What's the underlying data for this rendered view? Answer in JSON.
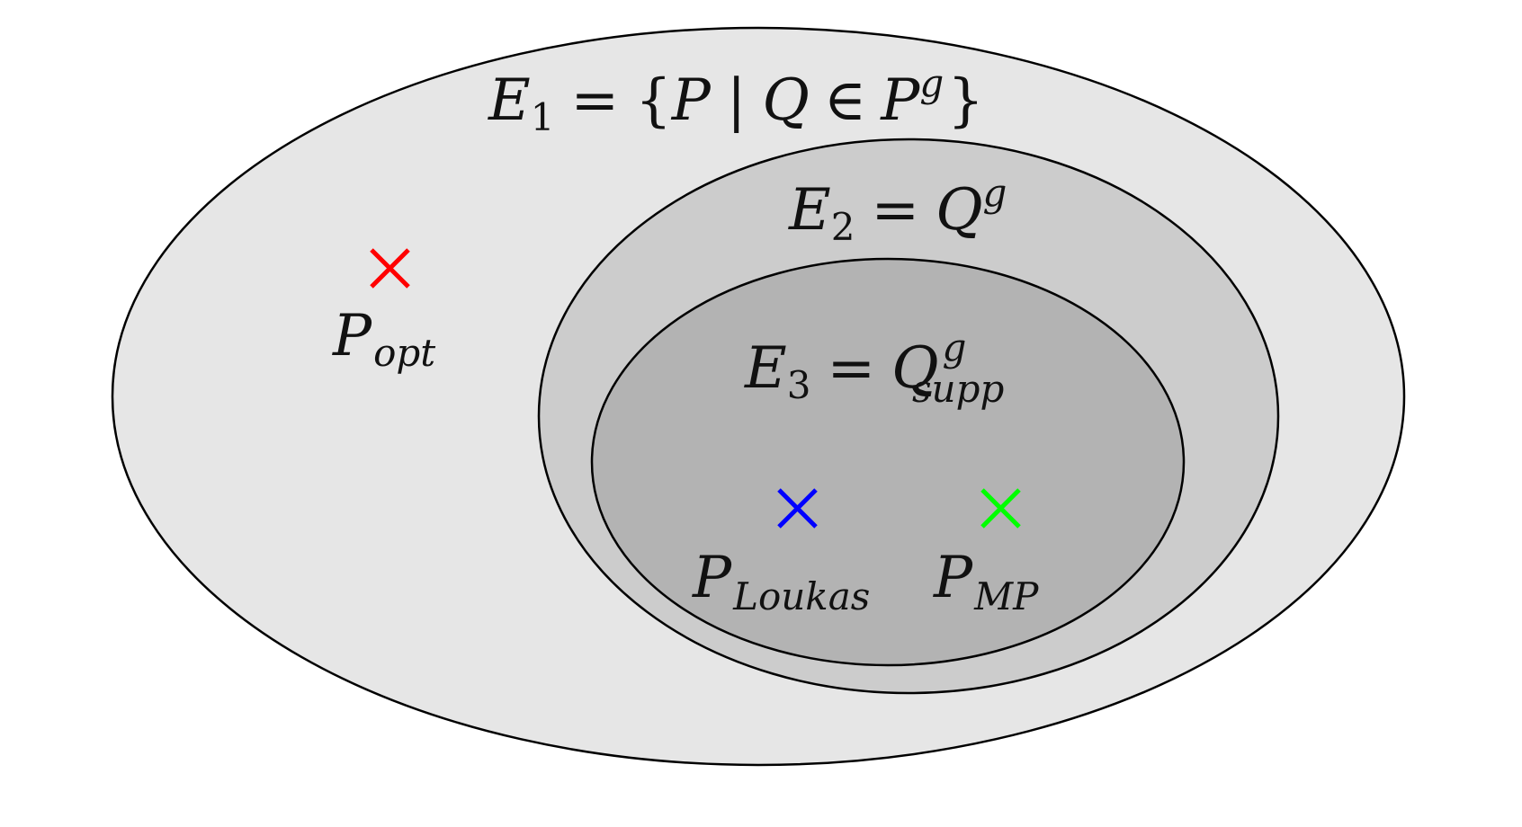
{
  "sets": {
    "e1": {
      "name": "E",
      "index": "1",
      "eq": "=",
      "lbrace": "{",
      "var": "P",
      "bar": "|",
      "elem": "Q",
      "in": "∈",
      "base": "P",
      "sup": "g",
      "rbrace": "}",
      "fill": "#e6e6e6"
    },
    "e2": {
      "name": "E",
      "index": "2",
      "eq": "=",
      "base": "Q",
      "sup": "g",
      "fill": "#cccccc"
    },
    "e3": {
      "name": "E",
      "index": "3",
      "eq": "=",
      "base": "Q",
      "sup": "g",
      "sub": "supp",
      "fill": "#b3b3b3"
    }
  },
  "points": {
    "opt": {
      "base": "P",
      "sub": "opt",
      "color": "#ff0000"
    },
    "loukas": {
      "base": "P",
      "sub": "Loukas",
      "color": "#0000ff"
    },
    "mp": {
      "base": "P",
      "sub": "MP",
      "color": "#00ff00"
    }
  }
}
